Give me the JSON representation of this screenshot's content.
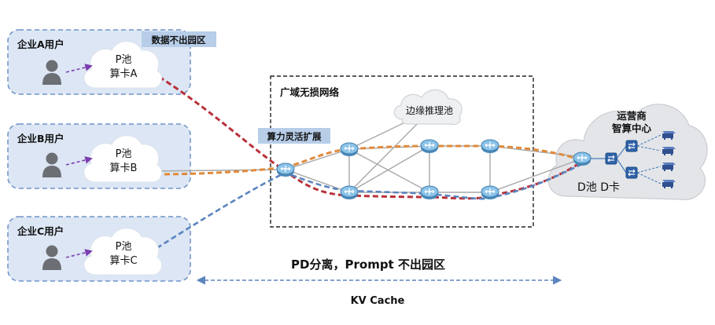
{
  "enterprises": [
    {
      "title": "企业A用户",
      "pool": "P池",
      "card": "算卡A"
    },
    {
      "title": "企业B用户",
      "pool": "P池",
      "card": "算卡B"
    },
    {
      "title": "企业C用户",
      "pool": "P池",
      "card": "算卡C"
    }
  ],
  "tags": {
    "data_stay": "数据不出园区",
    "compute_expand": "算力灵活扩展"
  },
  "wan": {
    "title": "广域无损网络",
    "edge_pool": "边缘推理池"
  },
  "operator": {
    "title_line1": "运营商",
    "title_line2": "智算中心",
    "d_pool": "D池 D卡"
  },
  "footer": {
    "pd_split": "PD分离，Prompt 不出园区",
    "kv_cache": "KV Cache"
  },
  "colors": {
    "panel_fill": "#dce6f4",
    "panel_border": "#6f93c6",
    "tag_fill": "#b7cde8",
    "router_fill": "#7fb8e0",
    "red_path": "#b8323a",
    "orange_path": "#e08a3a",
    "blue_path": "#5b84bf",
    "user_icon": "#6b6e73",
    "user_arrow": "#7a3db0"
  }
}
